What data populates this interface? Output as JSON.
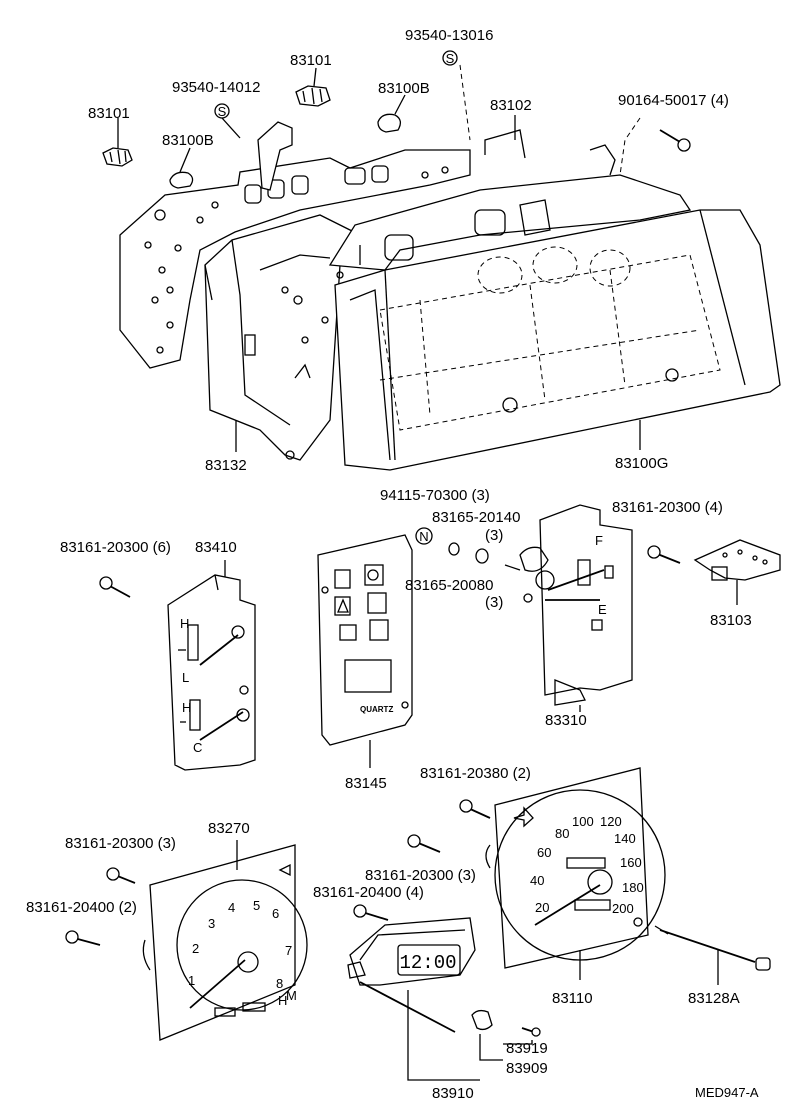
{
  "labels": {
    "p93540_13016": "93540-13016",
    "p83101_top": "83101",
    "p93540_14012": "93540-14012",
    "p83100b_top": "83100B",
    "p83102": "83102",
    "p90164": "90164-50017 (4)",
    "p83101_left": "83101",
    "p83100b_left": "83100B",
    "p83132": "83132",
    "p83100g": "83100G",
    "p94115": "94115-70300 (3)",
    "p83165_20140": "83165-20140",
    "p83165_20140_qty": "(3)",
    "p83161_20300_4": "83161-20300 (4)",
    "p83161_20300_6": "83161-20300 (6)",
    "p83410": "83410",
    "p83165_20080": "83165-20080",
    "p83165_20080_qty": "(3)",
    "p83103": "83103",
    "p83310": "83310",
    "p83145": "83145",
    "p83161_20380": "83161-20380 (2)",
    "p83270": "83270",
    "p83161_20300_3a": "83161-20300 (3)",
    "p83161_20300_3b": "83161-20300 (3)",
    "p83161_20400_4": "83161-20400 (4)",
    "p83161_20400_2": "83161-20400 (2)",
    "p83110": "83110",
    "p83128a": "83128A",
    "p83919": "83919",
    "p83909": "83909",
    "p83910": "83910",
    "drawing_code": "MED947-A"
  },
  "symbols": {
    "s_mark": "S",
    "n_mark": "N"
  },
  "clock": {
    "display": "12:00",
    "brand": "QUARTZ"
  },
  "speedometer": {
    "ticks": [
      "20",
      "40",
      "60",
      "80",
      "100",
      "120",
      "140",
      "160",
      "180",
      "200"
    ]
  },
  "tachometer": {
    "ticks": [
      "1",
      "2",
      "3",
      "4",
      "5",
      "6",
      "7",
      "8"
    ],
    "letters": [
      "H",
      "M"
    ]
  },
  "gauges": {
    "temp_high": "H",
    "temp_low": "L",
    "oil_high": "H",
    "oil_low": "C",
    "fuel_full": "F",
    "fuel_empty": "E"
  }
}
